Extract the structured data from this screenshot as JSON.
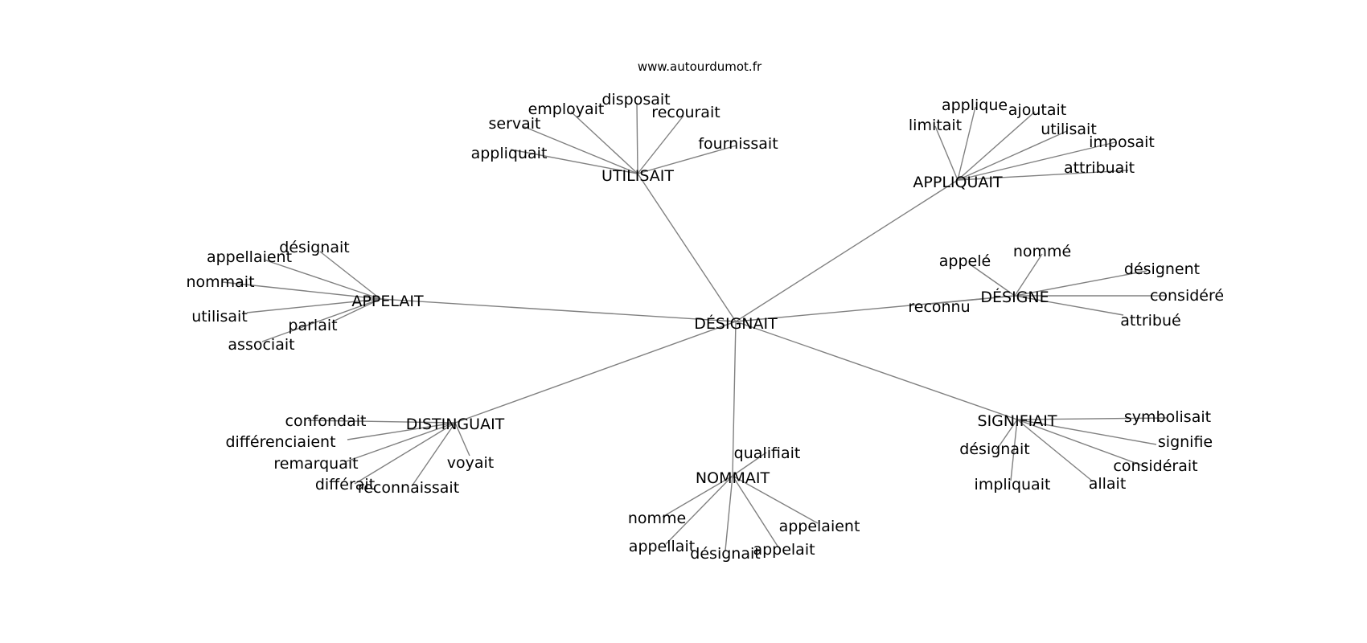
{
  "site": "www.autourdumot.fr",
  "root": "DÉSIGNAIT",
  "clusters": [
    {
      "hub": "UTILISAIT",
      "leaves": [
        "appliquait",
        "servait",
        "employait",
        "disposait",
        "recourait",
        "fournissait"
      ]
    },
    {
      "hub": "APPLIQUAIT",
      "leaves": [
        "limitait",
        "applique",
        "ajoutait",
        "utilisait",
        "imposait",
        "attribuait"
      ]
    },
    {
      "hub": "APPELAIT",
      "leaves": [
        "désignait",
        "appellaient",
        "nommait",
        "utilisait",
        "parlait",
        "associait"
      ]
    },
    {
      "hub": "DÉSIGNE",
      "leaves": [
        "appelé",
        "nommé",
        "désignent",
        "considéré",
        "attribué",
        "reconnu"
      ]
    },
    {
      "hub": "DISTINGUAIT",
      "leaves": [
        "confondait",
        "différenciaient",
        "remarquait",
        "différait",
        "reconnaissait",
        "voyait"
      ]
    },
    {
      "hub": "NOMMAIT",
      "leaves": [
        "qualifiait",
        "nomme",
        "appellait",
        "désignait",
        "appelait",
        "appelaient"
      ]
    },
    {
      "hub": "SIGNIFIAIT",
      "leaves": [
        "symbolisait",
        "signifie",
        "considérait",
        "allait",
        "impliquait",
        "désignait"
      ]
    }
  ]
}
